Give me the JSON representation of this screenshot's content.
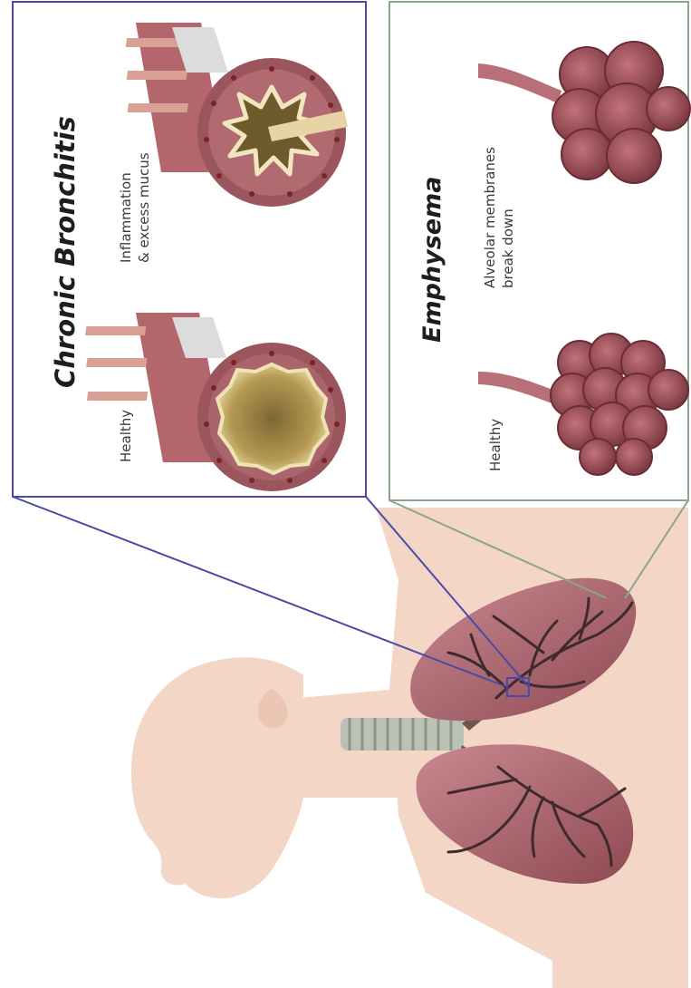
{
  "bronchitis": {
    "title": "Chronic Bronchitis",
    "healthy_label": "Healthy",
    "diseased_label_line1": "Inflammation",
    "diseased_label_line2": "& excess mucus",
    "frame_color": "#4a4aa6"
  },
  "emphysema": {
    "title": "Emphysema",
    "healthy_label": "Healthy",
    "diseased_label_line1": "Alveolar membranes",
    "diseased_label_line2": "break down",
    "frame_color": "#8aa58a"
  },
  "colors": {
    "skin": "#f4d6c6",
    "lung": "#a05a63",
    "bronchi": "#3f2a2c",
    "airway_tissue": "#9b565d",
    "airway_lumen": "#b39652",
    "trachea": "#bcc1b5"
  }
}
